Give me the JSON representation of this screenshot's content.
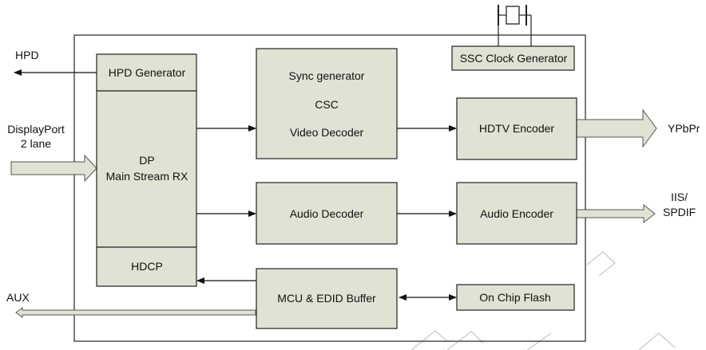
{
  "blocks": {
    "hpd_generator": "HPD Generator",
    "dp_rx_line1": "DP",
    "dp_rx_line2": "Main Stream RX",
    "hdcp": "HDCP",
    "sync_generator": "Sync generator",
    "csc": "CSC",
    "video_decoder": "Video Decoder",
    "audio_decoder": "Audio Decoder",
    "mcu_edid": "MCU & EDID Buffer",
    "ssc_clock": "SSC Clock Generator",
    "hdtv_encoder": "HDTV Encoder",
    "audio_encoder": "Audio Encoder",
    "on_chip_flash": "On Chip Flash"
  },
  "io": {
    "hpd": "HPD",
    "displayport_line1": "DisplayPort",
    "displayport_line2": "2 lane",
    "aux": "AUX",
    "ypbpr": "YPbPr",
    "iis_line1": "IIS/",
    "iis_line2": "SPDIF"
  }
}
